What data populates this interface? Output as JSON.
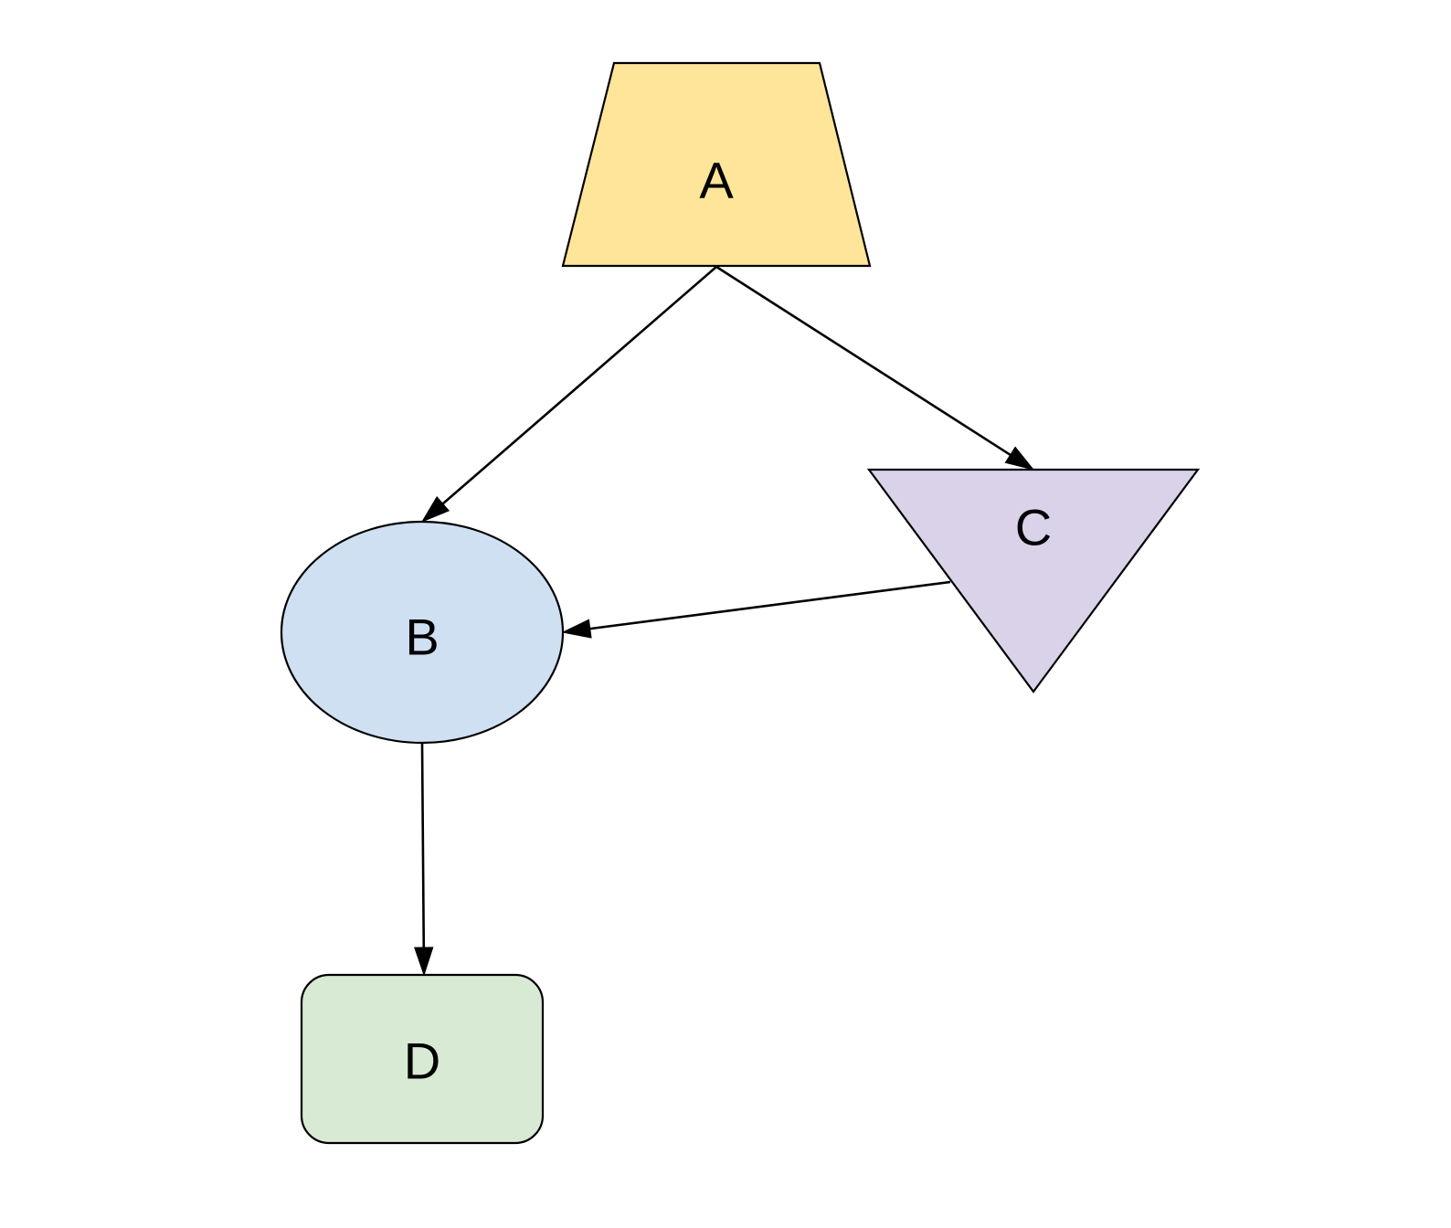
{
  "diagram": {
    "nodes": [
      {
        "id": "A",
        "label": "A",
        "shape": "trapezoid",
        "fill": "#FFE599"
      },
      {
        "id": "B",
        "label": "B",
        "shape": "ellipse",
        "fill": "#D0E0F3"
      },
      {
        "id": "C",
        "label": "C",
        "shape": "inverted-triangle",
        "fill": "#D9D2E9"
      },
      {
        "id": "D",
        "label": "D",
        "shape": "rounded-rectangle",
        "fill": "#D8EAD3"
      }
    ],
    "edges": [
      {
        "from": "A",
        "to": "B"
      },
      {
        "from": "A",
        "to": "C"
      },
      {
        "from": "C",
        "to": "B"
      },
      {
        "from": "B",
        "to": "D"
      }
    ],
    "stroke_color": "#000000"
  }
}
